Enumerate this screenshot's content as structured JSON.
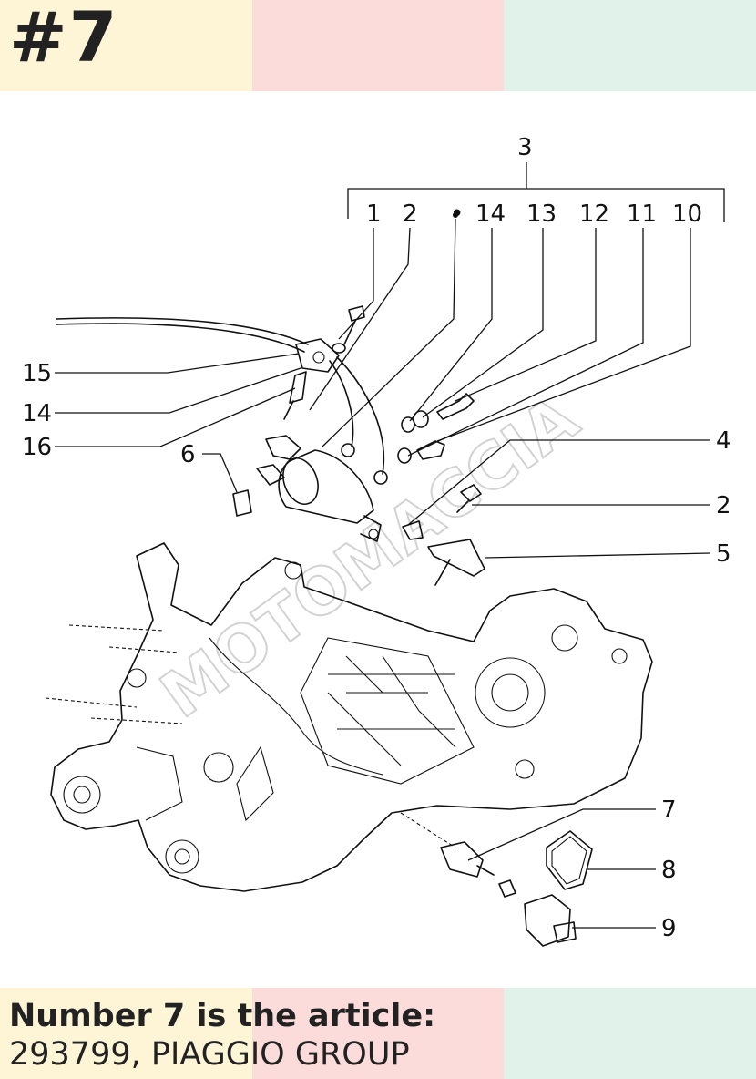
{
  "header": {
    "number": "#7",
    "band_colors": [
      "#fdf5d6",
      "#fbdcda",
      "#e1f2ea"
    ]
  },
  "diagram": {
    "watermark": "MOTOMACCIA",
    "bracket_label": "3",
    "top_labels": [
      "1",
      "2",
      "•",
      "14",
      "13",
      "12",
      "11",
      "10"
    ],
    "left_labels": [
      "15",
      "14",
      "16",
      "6"
    ],
    "right_labels": [
      "4",
      "2",
      "5",
      "7",
      "8",
      "9"
    ]
  },
  "footer": {
    "line1": "Number 7 is the article:",
    "line2": "293799, PIAGGIO GROUP",
    "band_colors": [
      "#fdf5d6",
      "#fbdcda",
      "#e1f2ea"
    ]
  }
}
